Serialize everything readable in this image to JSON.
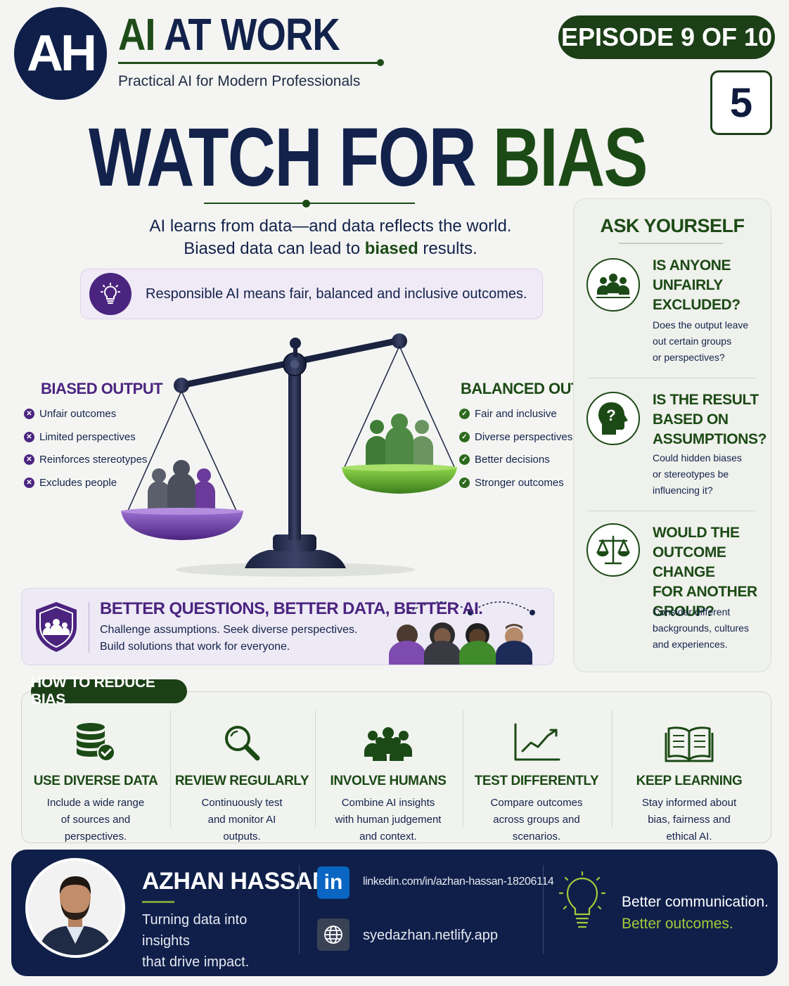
{
  "brand": {
    "logo": "AH",
    "title_part1": "AI",
    "title_part2": " AT WORK",
    "subtitle": "Practical AI for Modern Professionals"
  },
  "episode": {
    "label": "EPISODE 9 OF 10",
    "number": "5"
  },
  "headline": {
    "part1": "WATCH FOR ",
    "part2": "BIAS"
  },
  "intro": {
    "line1": "AI learns from data—and data reflects the world.",
    "line2_prefix": "Biased data can lead to ",
    "line2_bold": "biased",
    "line2_suffix": " results."
  },
  "principle": {
    "icon": "lightbulb-icon",
    "text": "Responsible AI means fair, balanced and inclusive outcomes."
  },
  "biased_output": {
    "title": "BIASED OUTPUT",
    "items": [
      "Unfair outcomes",
      "Limited perspectives",
      "Reinforces stereotypes",
      "Excludes people"
    ]
  },
  "balanced_output": {
    "title": "BALANCED OUTPUT",
    "items": [
      "Fair and inclusive",
      "Diverse perspectives",
      "Better decisions",
      "Stronger outcomes"
    ]
  },
  "better": {
    "title": "BETTER QUESTIONS, BETTER DATA, BETTER AI.",
    "line1": "Challenge assumptions. Seek diverse perspectives.",
    "line2": "Build solutions that work for everyone."
  },
  "ask": {
    "title": "ASK YOURSELF",
    "questions": [
      {
        "icon": "group-icon",
        "title_lines": [
          "IS ANYONE",
          "UNFAIRLY",
          "EXCLUDED?"
        ],
        "desc_lines": [
          "Does the output leave",
          "out certain groups",
          "or perspectives?"
        ]
      },
      {
        "icon": "question-head-icon",
        "title_lines": [
          "IS THE RESULT",
          "BASED ON",
          "ASSUMPTIONS?"
        ],
        "desc_lines": [
          "Could hidden biases",
          "or stereotypes be",
          "influencing it?"
        ]
      },
      {
        "icon": "scales-icon",
        "title_lines": [
          "WOULD THE",
          "OUTCOME CHANGE",
          "FOR ANOTHER",
          "GROUP?"
        ],
        "desc_lines": [
          "Consider different",
          "backgrounds, cultures",
          "and experiences."
        ]
      }
    ]
  },
  "reduce": {
    "title": "HOW TO REDUCE BIAS",
    "tips": [
      {
        "icon": "database-check-icon",
        "title": "USE DIVERSE DATA",
        "desc_lines": [
          "Include a wide range",
          "of sources and",
          "perspectives."
        ]
      },
      {
        "icon": "magnifier-icon",
        "title": "REVIEW REGULARLY",
        "desc_lines": [
          "Continuously test",
          "and monitor AI",
          "outputs."
        ]
      },
      {
        "icon": "people-icon",
        "title": "INVOLVE HUMANS",
        "desc_lines": [
          "Combine AI insights",
          "with human judgement",
          "and context."
        ]
      },
      {
        "icon": "line-chart-icon",
        "title": "TEST DIFFERENTLY",
        "desc_lines": [
          "Compare outcomes",
          "across groups and",
          "scenarios."
        ]
      },
      {
        "icon": "open-book-icon",
        "title": "KEEP LEARNING",
        "desc_lines": [
          "Stay informed about",
          "bias, fairness and",
          "ethical AI."
        ]
      }
    ]
  },
  "footer": {
    "name": "AZHAN HASSAN",
    "tagline_line1": "Turning data into insights",
    "tagline_line2": "that drive impact.",
    "linkedin_label": "in",
    "linkedin": "linkedin.com/in/azhan-hassan-18206114",
    "website": "syedazhan.netlify.app",
    "tag_line1": "Better communication.",
    "tag_line2": "Better outcomes."
  },
  "colors": {
    "navy": "#0f1f4a",
    "green": "#1c4a16",
    "purple": "#4b2480",
    "bright_green": "#a6c93a"
  }
}
